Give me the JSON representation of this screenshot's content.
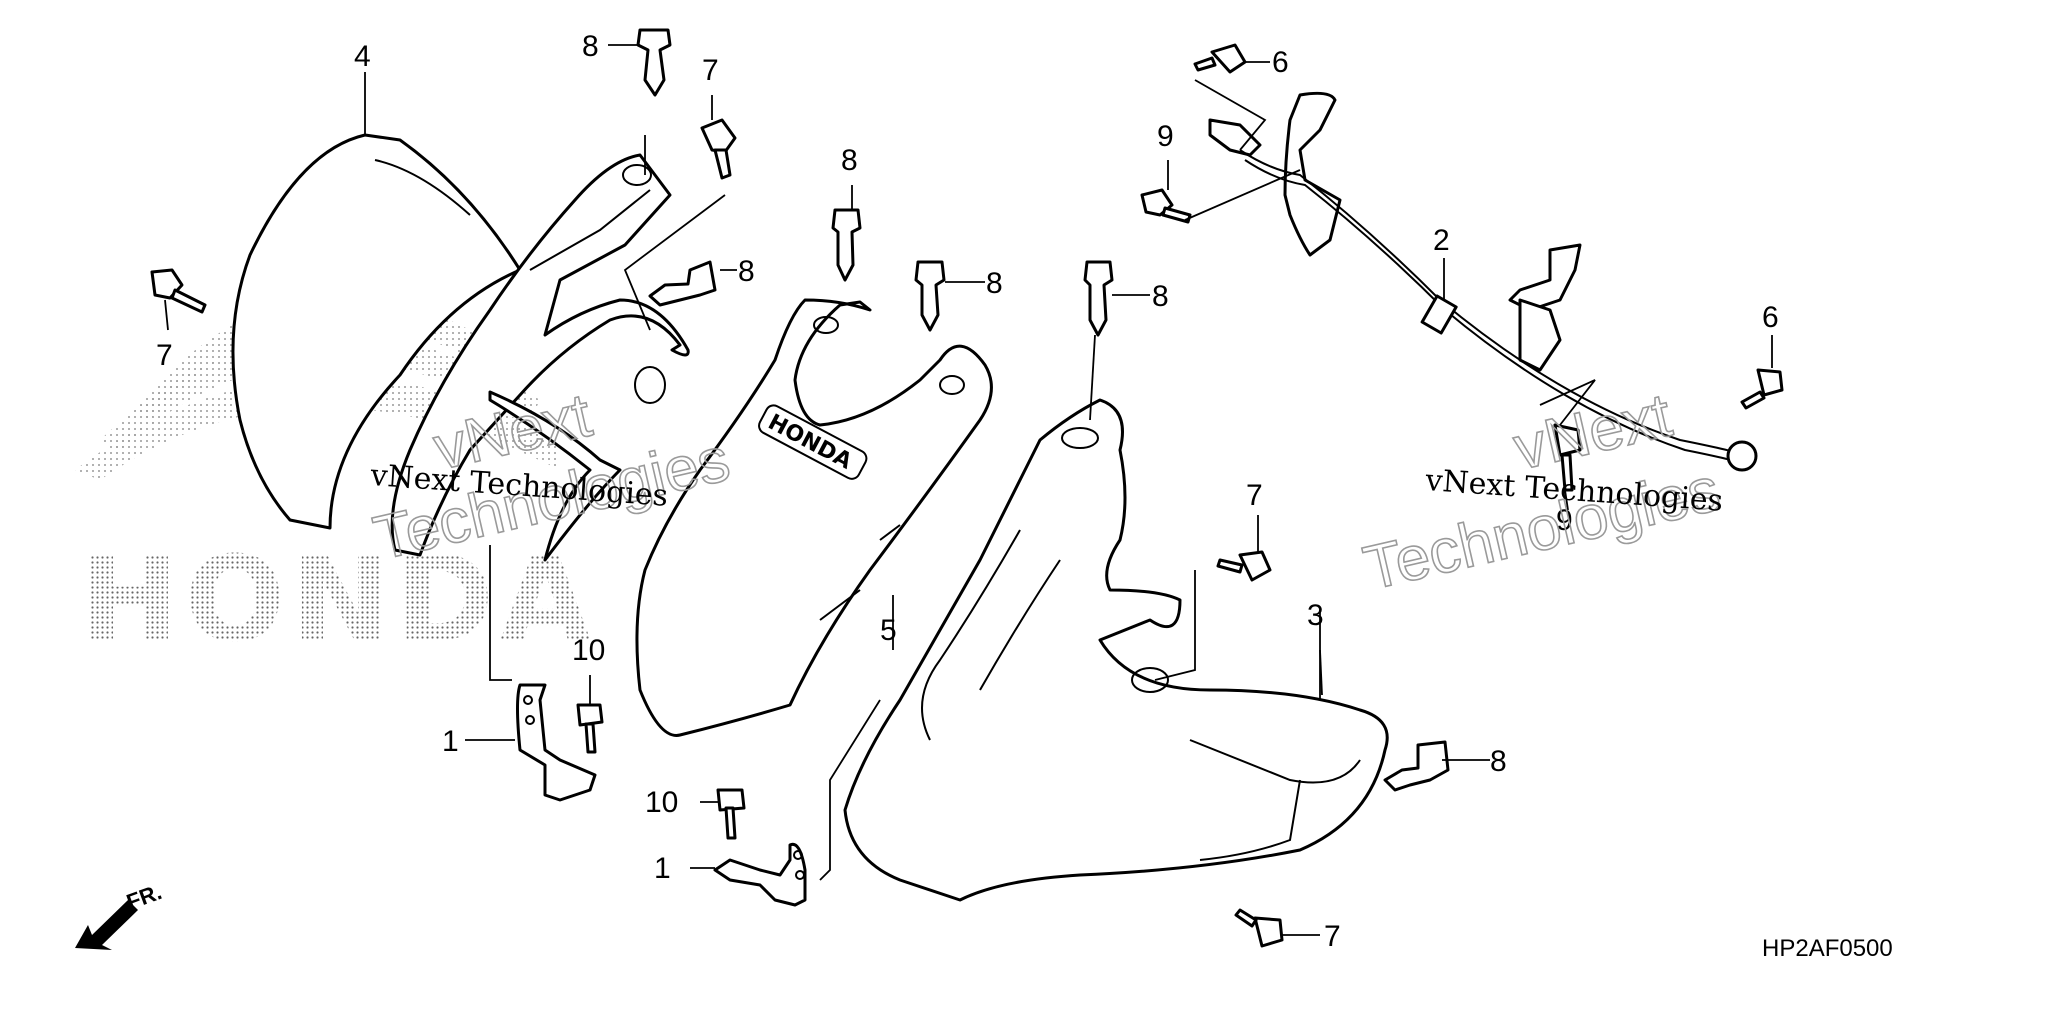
{
  "diagram": {
    "callouts": [
      {
        "id": "c1a",
        "text": "1"
      },
      {
        "id": "c1b",
        "text": "1"
      },
      {
        "id": "c2",
        "text": "2"
      },
      {
        "id": "c3",
        "text": "3"
      },
      {
        "id": "c4",
        "text": "4"
      },
      {
        "id": "c5",
        "text": "5"
      },
      {
        "id": "c6a",
        "text": "6"
      },
      {
        "id": "c6b",
        "text": "6"
      },
      {
        "id": "c7a",
        "text": "7"
      },
      {
        "id": "c7b",
        "text": "7"
      },
      {
        "id": "c7c",
        "text": "7"
      },
      {
        "id": "c7d",
        "text": "7"
      },
      {
        "id": "c8a",
        "text": "8"
      },
      {
        "id": "c8b",
        "text": "8"
      },
      {
        "id": "c8c",
        "text": "8"
      },
      {
        "id": "c8d",
        "text": "8"
      },
      {
        "id": "c8e",
        "text": "8"
      },
      {
        "id": "c8f",
        "text": "8"
      },
      {
        "id": "c9a",
        "text": "9"
      },
      {
        "id": "c9b",
        "text": "9"
      },
      {
        "id": "c10a",
        "text": "10"
      },
      {
        "id": "c10b",
        "text": "10"
      }
    ],
    "diagram_code": "HP2AF0500",
    "direction_label": "FR.",
    "background_logo_text": "HONDA",
    "panel_emblem_text": "HONDA",
    "watermarks": [
      {
        "line1": "vNext",
        "line2": "Technologies",
        "serif": "vNext Technologies"
      },
      {
        "line1": "vNext",
        "line2": "Technologies",
        "serif": "vNext Technologies"
      }
    ],
    "colors": {
      "ink": "#000000",
      "watermark": "#9a9a9a",
      "paper": "#ffffff"
    }
  }
}
